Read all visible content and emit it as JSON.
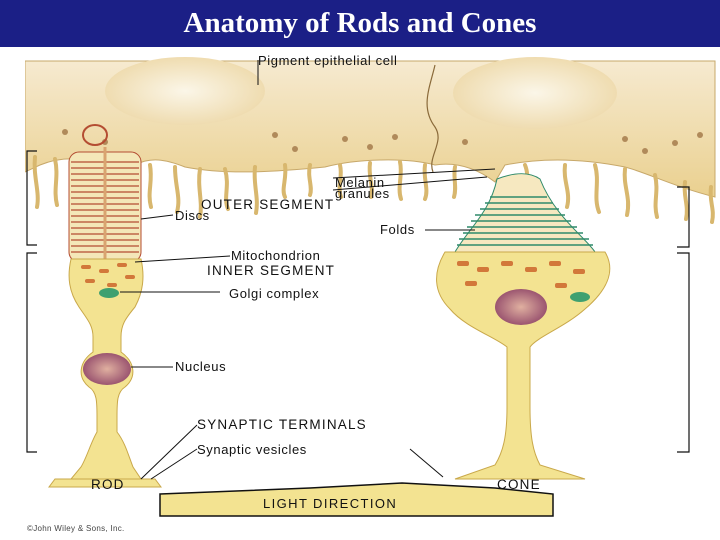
{
  "title": "Anatomy of Rods and Cones",
  "labels": {
    "pigment_cell": "Pigment epithelial cell",
    "melanin_line1": "Melanin",
    "melanin_line2": "granules",
    "outer_segment": "OUTER SEGMENT",
    "discs": "Discs",
    "folds": "Folds",
    "mitochondrion": "Mitochondrion",
    "inner_segment": "INNER SEGMENT",
    "golgi": "Golgi complex",
    "nucleus": "Nucleus",
    "synaptic_terminals": "SYNAPTIC TERMINALS",
    "synaptic_vesicles": "Synaptic vesicles",
    "rod": "ROD",
    "cone": "CONE",
    "light_direction": "LIGHT DIRECTION",
    "credit": "©John Wiley & Sons, Inc."
  },
  "colors": {
    "title_bar": "#1b1f86",
    "cell_fill": "#f3e391",
    "pigment_fill": "#f0dba8",
    "nucleus_fill": "#b86f86",
    "disc_stroke": "#b44d32",
    "fold_stroke": "#2e8a6a"
  }
}
